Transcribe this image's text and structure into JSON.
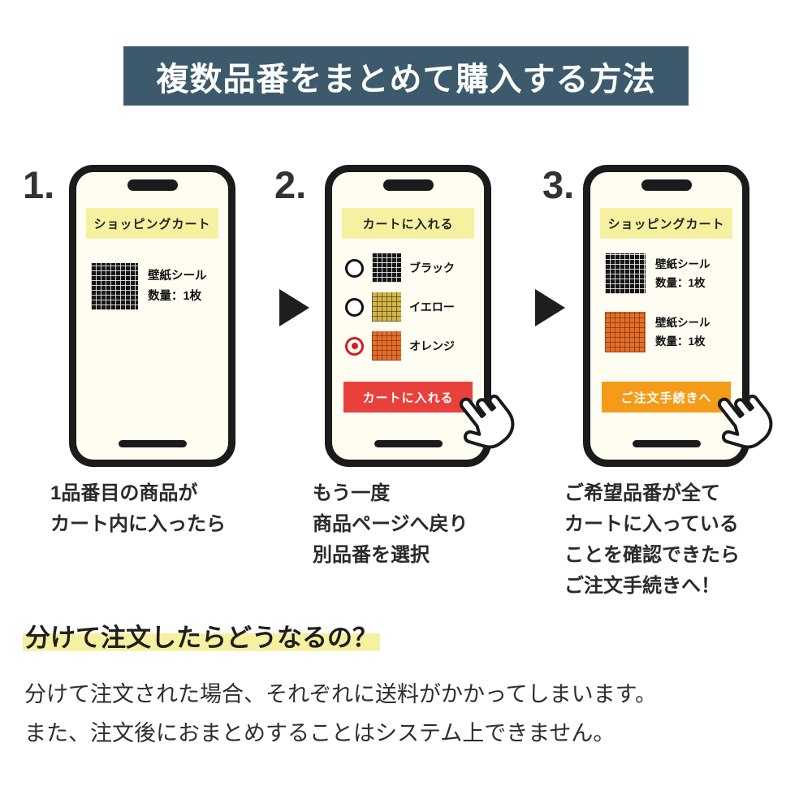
{
  "header": {
    "title": "複数品番をまとめて購入する方法"
  },
  "steps": [
    {
      "number": "1.",
      "phone": {
        "banner": "ショッピングカート",
        "items": [
          {
            "swatch": "black",
            "name": "壁紙シール",
            "qty": "数量：1枚"
          }
        ]
      },
      "caption": [
        "1品番目の商品が",
        "カート内に入ったら"
      ]
    },
    {
      "number": "2.",
      "phone": {
        "banner": "カートに入れる",
        "options": [
          {
            "swatch": "black",
            "label": "ブラック",
            "selected": false
          },
          {
            "swatch": "yellow",
            "label": "イエロー",
            "selected": false
          },
          {
            "swatch": "orange",
            "label": "オレンジ",
            "selected": true
          }
        ],
        "button": "カートに入れる"
      },
      "caption": [
        "もう一度",
        "商品ページへ戻り",
        "別品番を選択"
      ]
    },
    {
      "number": "3.",
      "phone": {
        "banner": "ショッピングカート",
        "items": [
          {
            "swatch": "black",
            "name": "壁紙シール",
            "qty": "数量：1枚"
          },
          {
            "swatch": "orange",
            "name": "壁紙シール",
            "qty": "数量：1枚"
          }
        ],
        "button": "ご注文手続きへ"
      },
      "caption": [
        "ご希望品番が全て",
        "カートに入っている",
        "ことを確認できたら",
        "ご注文手続きへ！"
      ]
    }
  ],
  "footer": {
    "heading": "分けて注文したらどうなるの？",
    "body": [
      "分けて注文された場合、それぞれに送料がかかってしまいます。",
      "また、注文後におまとめすることはシステム上できません。"
    ]
  },
  "colors": {
    "header_bg": "#3d5a6c",
    "banner_yellow": "#f6f1a1",
    "highlight_yellow": "#f6f0a0",
    "add_to_cart_red": "#e8413c",
    "checkout_orange": "#f49c19",
    "radio_selected_red": "#d41c1c"
  },
  "icons": {
    "arrow": "right-triangle-arrow",
    "hand": "pointing-hand-cursor"
  }
}
